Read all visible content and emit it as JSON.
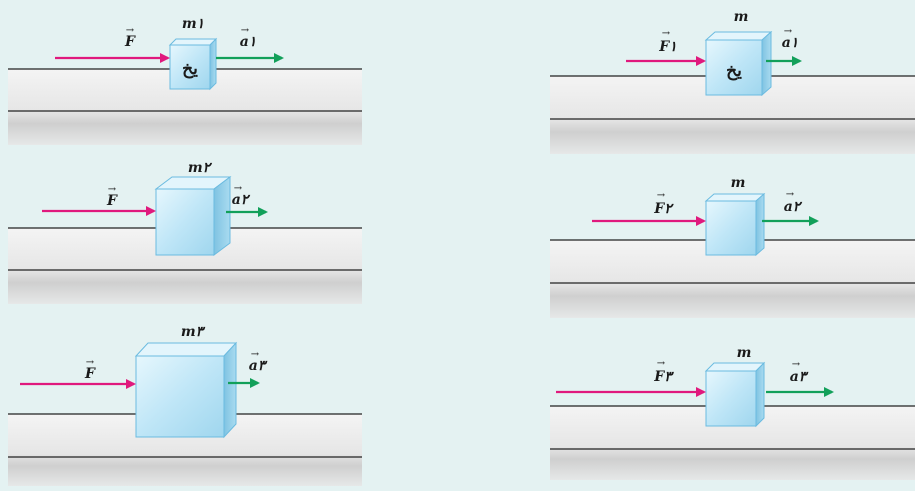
{
  "panels": [
    {
      "id": "left-1",
      "block_text": "یخ",
      "mass": "m١",
      "force": "F",
      "accel": "a١"
    },
    {
      "id": "left-2",
      "block_text": "",
      "mass": "m٢",
      "force": "F",
      "accel": "a٢"
    },
    {
      "id": "left-3",
      "block_text": "",
      "mass": "m٣",
      "force": "F",
      "accel": "a٣"
    },
    {
      "id": "right-1",
      "block_text": "یخ",
      "mass": "m",
      "force": "F١",
      "accel": "a١"
    },
    {
      "id": "right-2",
      "block_text": "",
      "mass": "m",
      "force": "F٢",
      "accel": "a٢"
    },
    {
      "id": "right-3",
      "block_text": "",
      "mass": "m",
      "force": "F٣",
      "accel": "a٣"
    }
  ],
  "colors": {
    "background": "#e4f2f2",
    "force_arrow": "#e0197d",
    "accel_arrow": "#12a05a",
    "ice_front": "#bfe6f7",
    "ice_side": "#8ccbe6",
    "ice_top": "#e3f5fc",
    "ice_edge": "#6bbbe0",
    "surface": "#ececec",
    "surface_shadow": "#c8c8c8",
    "line": "#222222"
  }
}
